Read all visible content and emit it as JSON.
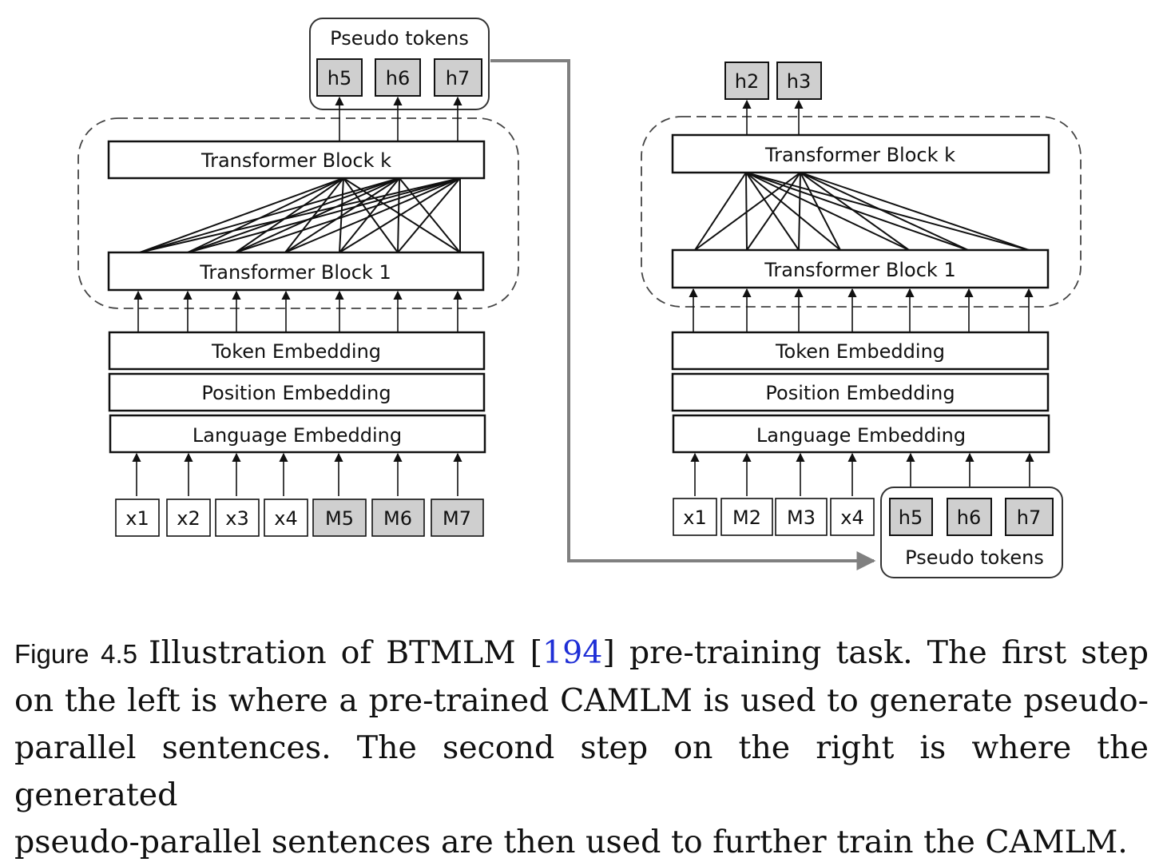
{
  "diagram": {
    "left_panel": {
      "pseudo_tokens_label": "Pseudo tokens",
      "outputs": [
        "h5",
        "h6",
        "h7"
      ],
      "layers": {
        "block_k": "Transformer Block k",
        "block_1": "Transformer Block 1",
        "token_embedding": "Token Embedding",
        "position_embedding": "Position Embedding",
        "language_embedding": "Language Embedding"
      },
      "inputs": [
        {
          "label": "x1",
          "masked": false
        },
        {
          "label": "x2",
          "masked": false
        },
        {
          "label": "x3",
          "masked": false
        },
        {
          "label": "x4",
          "masked": false
        },
        {
          "label": "M5",
          "masked": true
        },
        {
          "label": "M6",
          "masked": true
        },
        {
          "label": "M7",
          "masked": true
        }
      ]
    },
    "right_panel": {
      "outputs": [
        "h2",
        "h3"
      ],
      "layers": {
        "block_k": "Transformer Block k",
        "block_1": "Transformer Block 1",
        "token_embedding": "Token Embedding",
        "position_embedding": "Position Embedding",
        "language_embedding": "Language Embedding"
      },
      "inputs": [
        {
          "label": "x1",
          "masked": false
        },
        {
          "label": "M2",
          "masked": false
        },
        {
          "label": "M3",
          "masked": false
        },
        {
          "label": "x4",
          "masked": false
        }
      ],
      "pseudo_inputs": [
        "h5",
        "h6",
        "h7"
      ],
      "pseudo_tokens_label": "Pseudo tokens"
    },
    "colors": {
      "shaded_box": "#cfcfcf",
      "stroke": "#111111",
      "transfer_arrow": "#808080"
    }
  },
  "caption": {
    "label": "Figure 4.5",
    "line1_before_cite": "Illustration of BTMLM [",
    "cite": "194",
    "line1_after_cite": "] pre-training task. The first step",
    "line2": "on the left is where a pre-trained CAMLM is used to generate pseudo-",
    "line3": "parallel sentences. The second step on the right is where the generated",
    "line4": "pseudo-parallel sentences are then used to further train the CAMLM."
  }
}
